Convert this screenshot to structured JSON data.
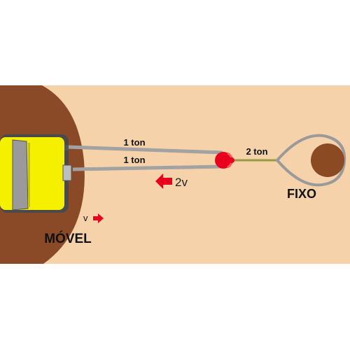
{
  "diagram": {
    "labels": {
      "upper_rope_load": "1 ton",
      "lower_rope_load": "1 ton",
      "fixed_rope_load": "2 ton",
      "pulley_speed": "2v",
      "car_speed": "v",
      "fixed_point": "FIXO",
      "moving_point": "MÓVEL"
    },
    "colors": {
      "background": "#f6d2ab",
      "hill": "#8b4a27",
      "car_body": "#f4f000",
      "rope": "#a0a0a0",
      "fixed_rope": "#9c9a40",
      "pulley": "#e8001e",
      "arrow": "#e8001e",
      "anchor": "#8b4a22"
    }
  }
}
